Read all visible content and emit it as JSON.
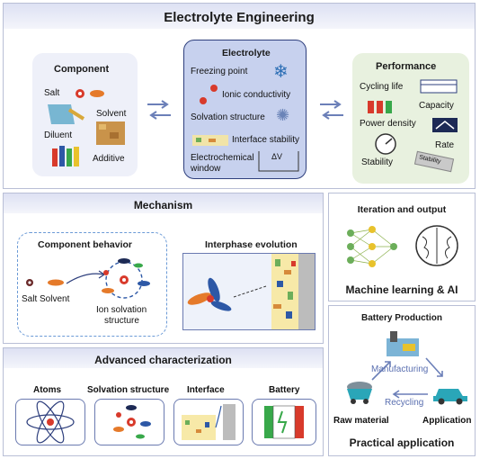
{
  "header": {
    "title": "Electrolyte  Engineering"
  },
  "component": {
    "title": "Component",
    "salt": "Salt",
    "solvent": "Solvent",
    "diluent": "Diluent",
    "additive": "Additive"
  },
  "electrolyte": {
    "title": "Electrolyte",
    "freezing": "Freezing point",
    "ionic": "Ionic conductivity",
    "solvation": "Solvation structure",
    "interface": "Interface stability",
    "window_1": "Electrochemical",
    "window_2": "window",
    "delta_v": "ΔV"
  },
  "performance": {
    "title": "Performance",
    "cycling": "Cycling life",
    "capacity": "Capacity",
    "power": "Power density",
    "rate": "Rate",
    "stability": "Stability",
    "sign": "Stability"
  },
  "mechanism": {
    "title": "Mechanism",
    "behavior": "Component behavior",
    "salt_solvent": "Salt Solvent",
    "ion_1": "Ion solvation",
    "ion_2": "structure",
    "interphase": "Interphase evolution"
  },
  "ml": {
    "iteration": "Iteration and output",
    "title": "Machine learning & AI"
  },
  "characterization": {
    "title": "Advanced characterization",
    "atoms": "Atoms",
    "solvation": "Solvation structure",
    "interface": "Interface",
    "battery": "Battery"
  },
  "practical": {
    "production": "Battery Production",
    "manufacturing": "Manufacturing",
    "recycling": "Recycling",
    "raw": "Raw material",
    "application": "Application",
    "title": "Practical application"
  },
  "colors": {
    "band": "#dde1f3",
    "center_card": "#c7d1ee",
    "perf_card": "#e8f1df",
    "comp_card": "#eef0f9",
    "arrow": "#6b7fb8",
    "ion_red": "#d83a2b",
    "solvent_blue": "#2d58a6",
    "solvent_orange": "#e57a2a"
  }
}
